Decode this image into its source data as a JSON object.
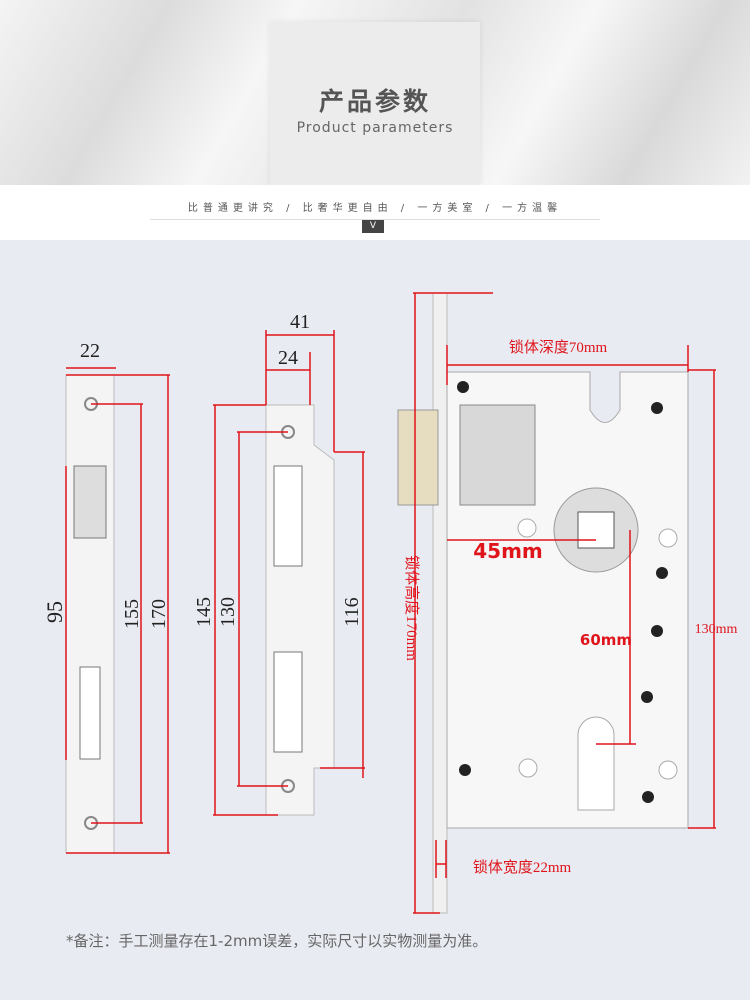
{
  "header": {
    "title": "产品参数",
    "subtitle": "Product parameters",
    "slogan": "比普通更讲究 / 比奢华更自由 / 一方美室 / 一方温馨",
    "toggle": "V"
  },
  "dimensions": {
    "faceplate_width": "22",
    "faceplate_hole_gap": "155",
    "faceplate_height": "170",
    "faceplate_inner": "95",
    "strike_depth": "41",
    "strike_width": "24",
    "strike_hole_gap": "130",
    "strike_height": "145",
    "strike_inner": "116",
    "body_depth": "锁体深度70mm",
    "body_height": "锁体高度170mm",
    "body_width": "锁体宽度22mm",
    "backset": "45mm",
    "center_distance": "60mm",
    "case_height": "130mm"
  },
  "colors": {
    "accent": "#e0141b"
  },
  "note": "*备注：手工测量存在1-2mm误差，实际尺寸以实物测量为准。"
}
